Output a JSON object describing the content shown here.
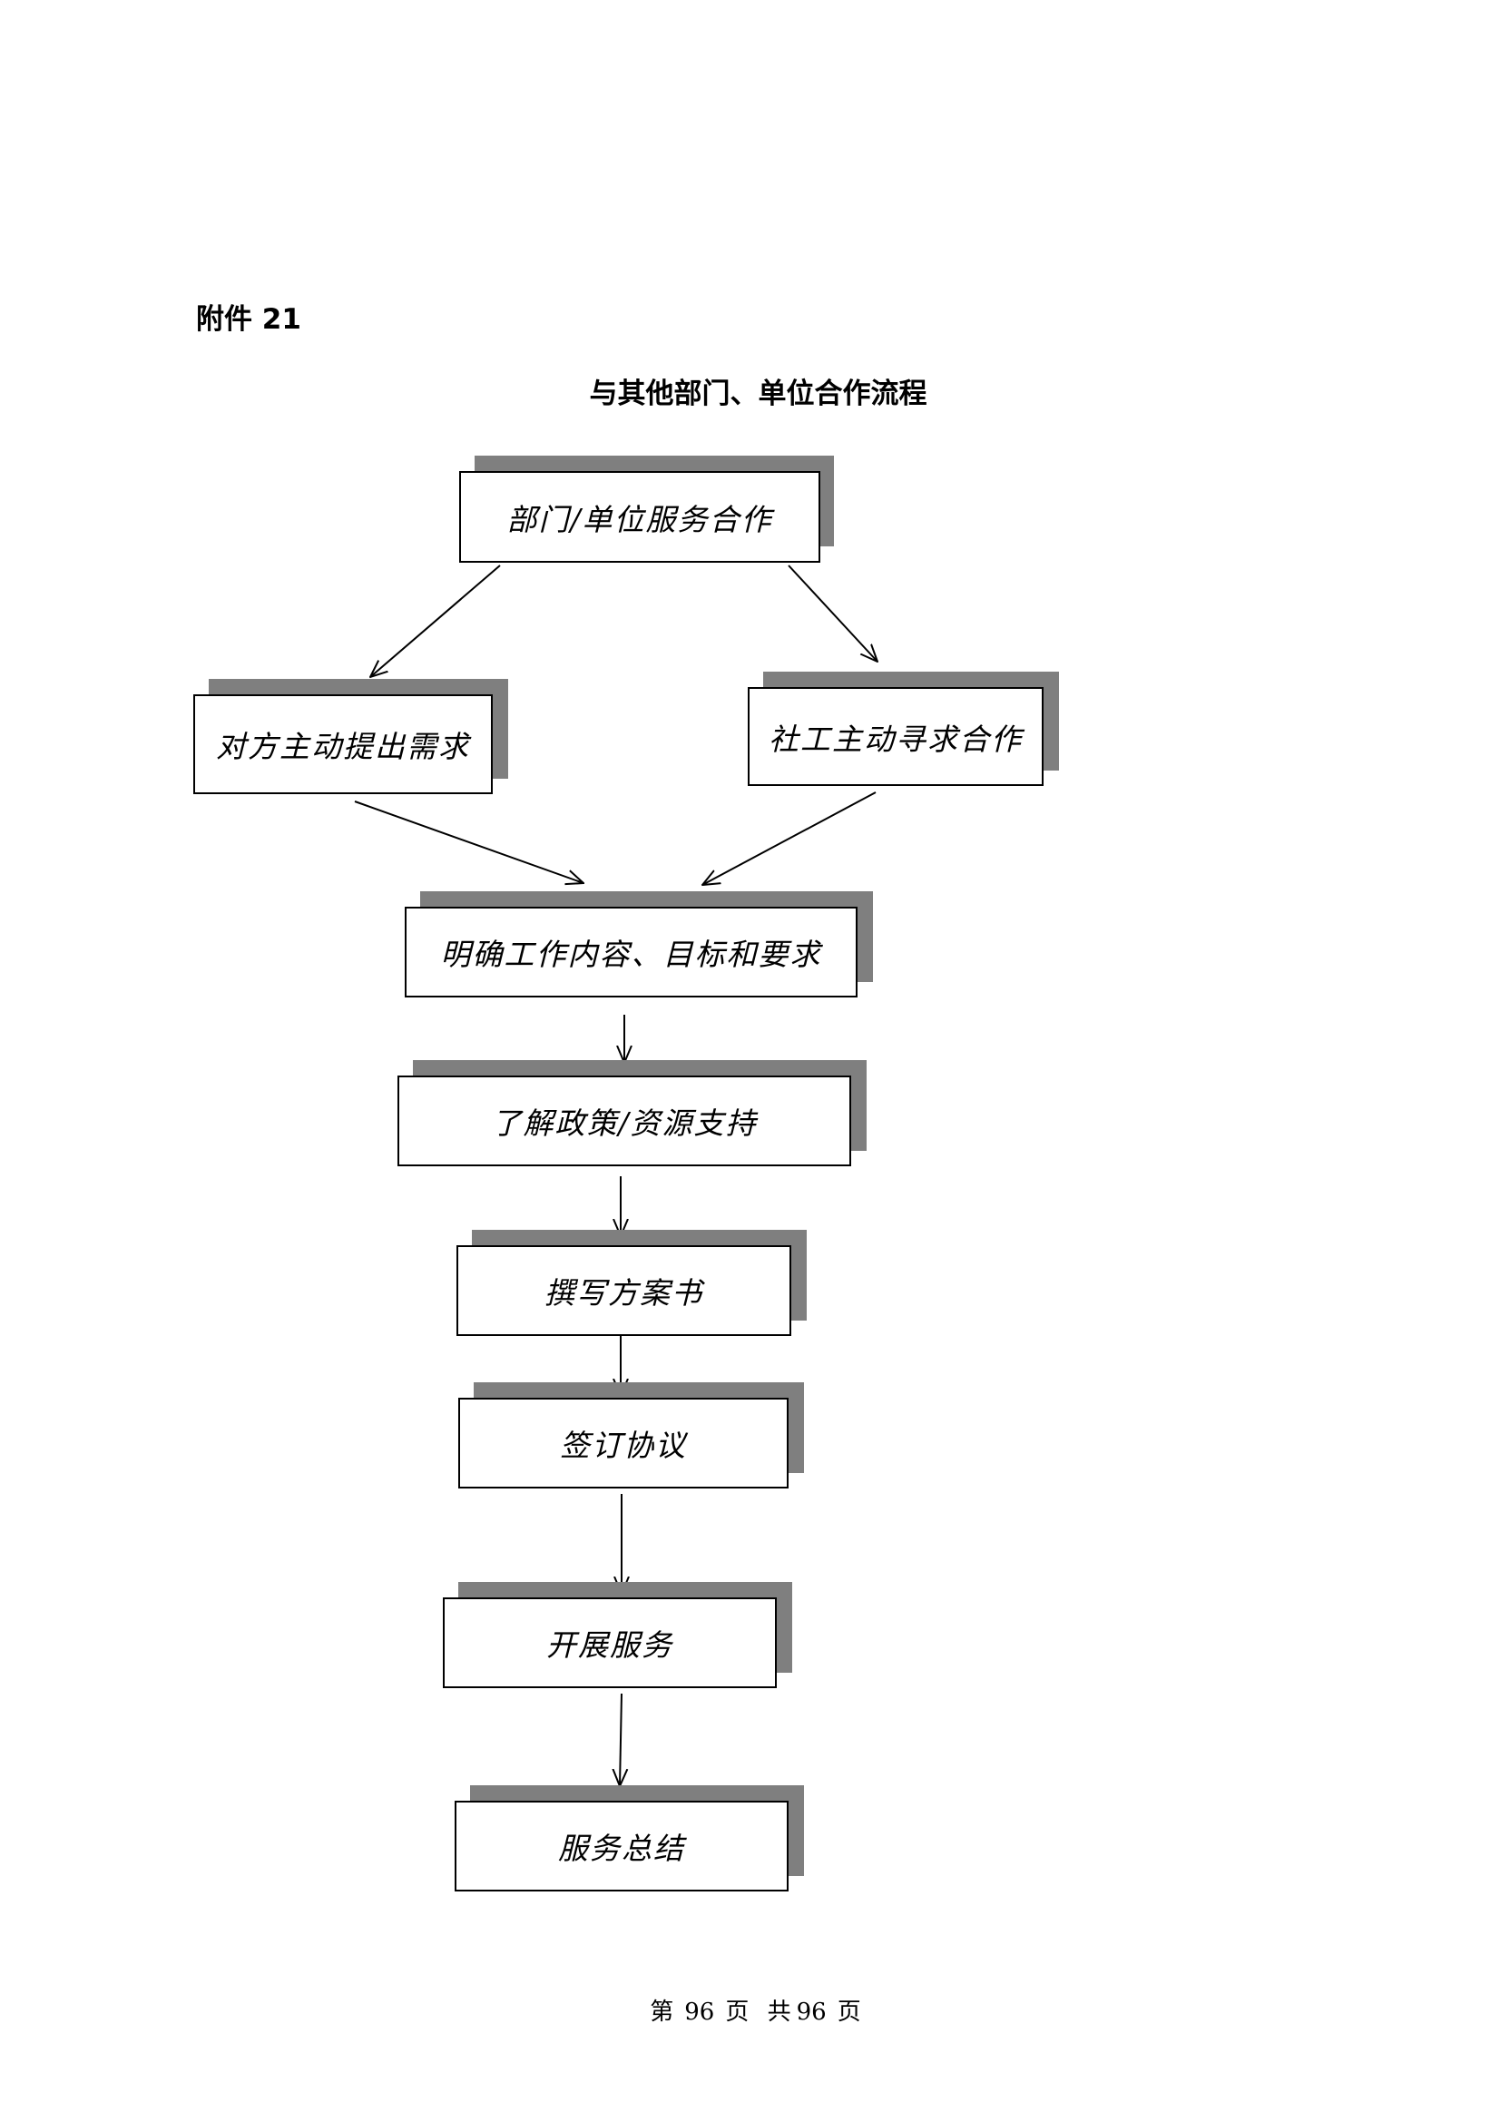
{
  "header": {
    "attachment": "附件 21",
    "title": "与其他部门、单位合作流程"
  },
  "flow": {
    "start": "部门/单位服务合作",
    "branch_left": "对方主动提出需求",
    "branch_right": "社工主动寻求合作",
    "step1": "明确工作内容、目标和要求",
    "step2": "了解政策/资源支持",
    "step3": "撰写方案书",
    "step4": "签订协议",
    "step5": "开展服务",
    "step6": "服务总结"
  },
  "footer": {
    "prefix": "第",
    "current": "96",
    "page_word": "页",
    "total_prefix": "共",
    "total": "96",
    "suffix": "页"
  }
}
